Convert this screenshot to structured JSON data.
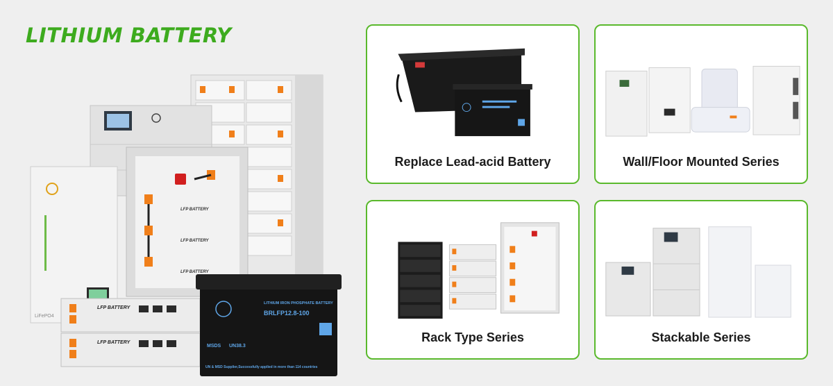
{
  "page": {
    "title": "LITHIUM BATTERY",
    "accent_color": "#3dab1e"
  },
  "hero": {
    "image": "lithium-battery-product-collage",
    "module_label": "LFP BATTERY",
    "wall_unit_label": "LiFePO4",
    "front_battery": {
      "heading": "LITHIUM IRON PHOSPHATE BATTERY",
      "model": "BRLFP12.8-100",
      "msds": "MSDS",
      "un_code": "UN38.3",
      "supplier_line": "UN & MSD Supplier,Successfully applied in more than 114 countries"
    }
  },
  "cards": [
    {
      "label": "Replace Lead-acid Battery",
      "image": "lead-acid-replacement-batteries"
    },
    {
      "label": "Wall/Floor Mounted Series",
      "image": "wall-floor-mounted-batteries"
    },
    {
      "label": "Rack Type Series",
      "image": "rack-type-batteries"
    },
    {
      "label": "Stackable Series",
      "image": "stackable-batteries"
    }
  ]
}
